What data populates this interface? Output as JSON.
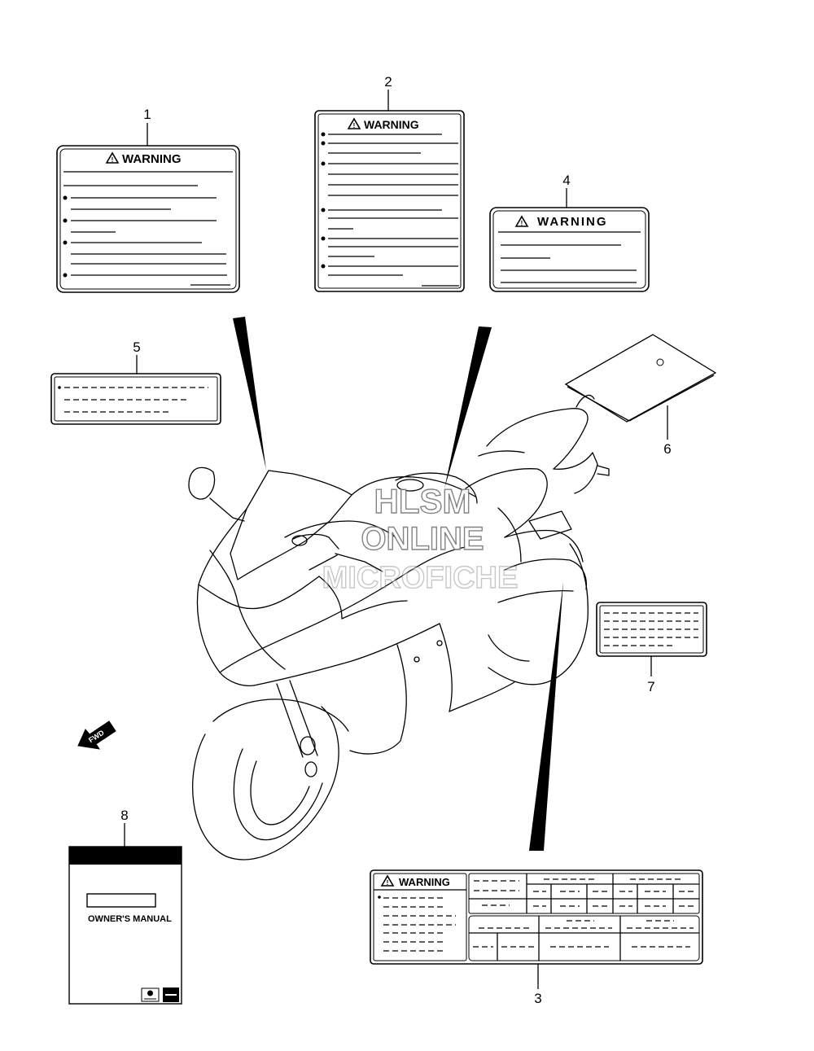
{
  "callouts": [
    "1",
    "2",
    "3",
    "4",
    "5",
    "6",
    "7",
    "8"
  ],
  "labels": {
    "warning": "WARNING"
  },
  "manual": {
    "title": "OWNER'S MANUAL"
  },
  "fwd_arrow": {
    "text": "FWD"
  },
  "watermark": {
    "line1": "HLSM",
    "line2": "ONLINE",
    "line3": "MICROFICHE"
  },
  "icons": [
    "warning-triangle-icon",
    "suzuki-logo-icon"
  ]
}
